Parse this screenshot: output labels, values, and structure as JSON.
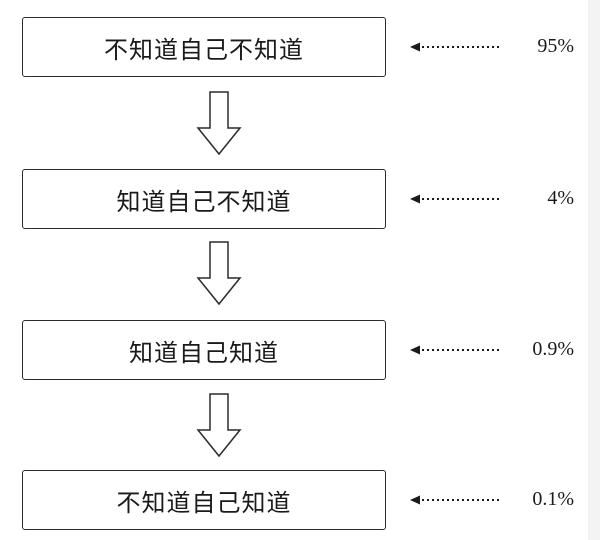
{
  "stages": [
    {
      "label": "不知道自己不知道",
      "percentage": "95%"
    },
    {
      "label": "知道自己不知道",
      "percentage": "4%"
    },
    {
      "label": "知道自己知道",
      "percentage": "0.9%"
    },
    {
      "label": "不知道自己知道",
      "percentage": "0.1%"
    }
  ]
}
